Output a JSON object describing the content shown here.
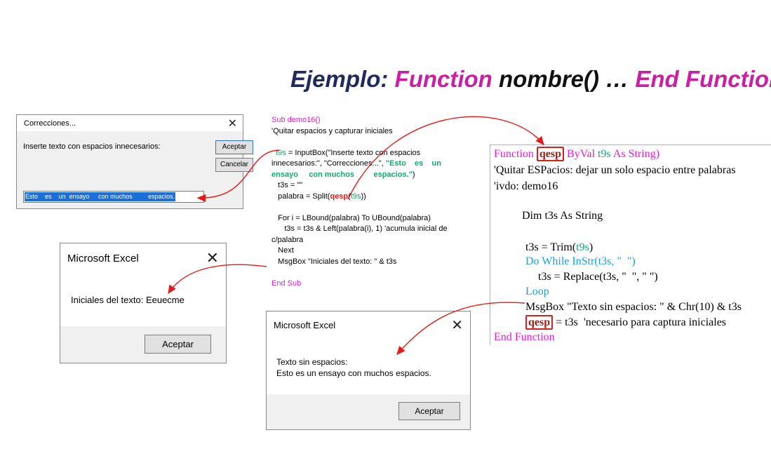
{
  "title": {
    "part1": "Ejemplo: ",
    "part2": "Function",
    "part3": " nombre() … ",
    "part4": "End Function"
  },
  "input_dialog": {
    "title": "Correcciones...",
    "prompt": "Inserte texto con espacios innecesarios:",
    "ok_label": "Aceptar",
    "cancel_label": "Cancelar",
    "input_value": "Esto    es    un  ensayo     con muchos         espacios."
  },
  "excel_dialog_1": {
    "title": "Microsoft Excel",
    "message": "Iniciales del texto: Eeuecme",
    "ok_label": "Aceptar"
  },
  "excel_dialog_2": {
    "title": "Microsoft Excel",
    "line1": "Texto sin espacios:",
    "line2": "Esto es un ensayo con muchos espacios.",
    "ok_label": "Aceptar"
  },
  "colors": {
    "pink": "#e61ccf",
    "green": "#14a86f",
    "red": "#e61a1a",
    "blue": "#1a9fe0",
    "title_dark": "#1f2a5e"
  }
}
